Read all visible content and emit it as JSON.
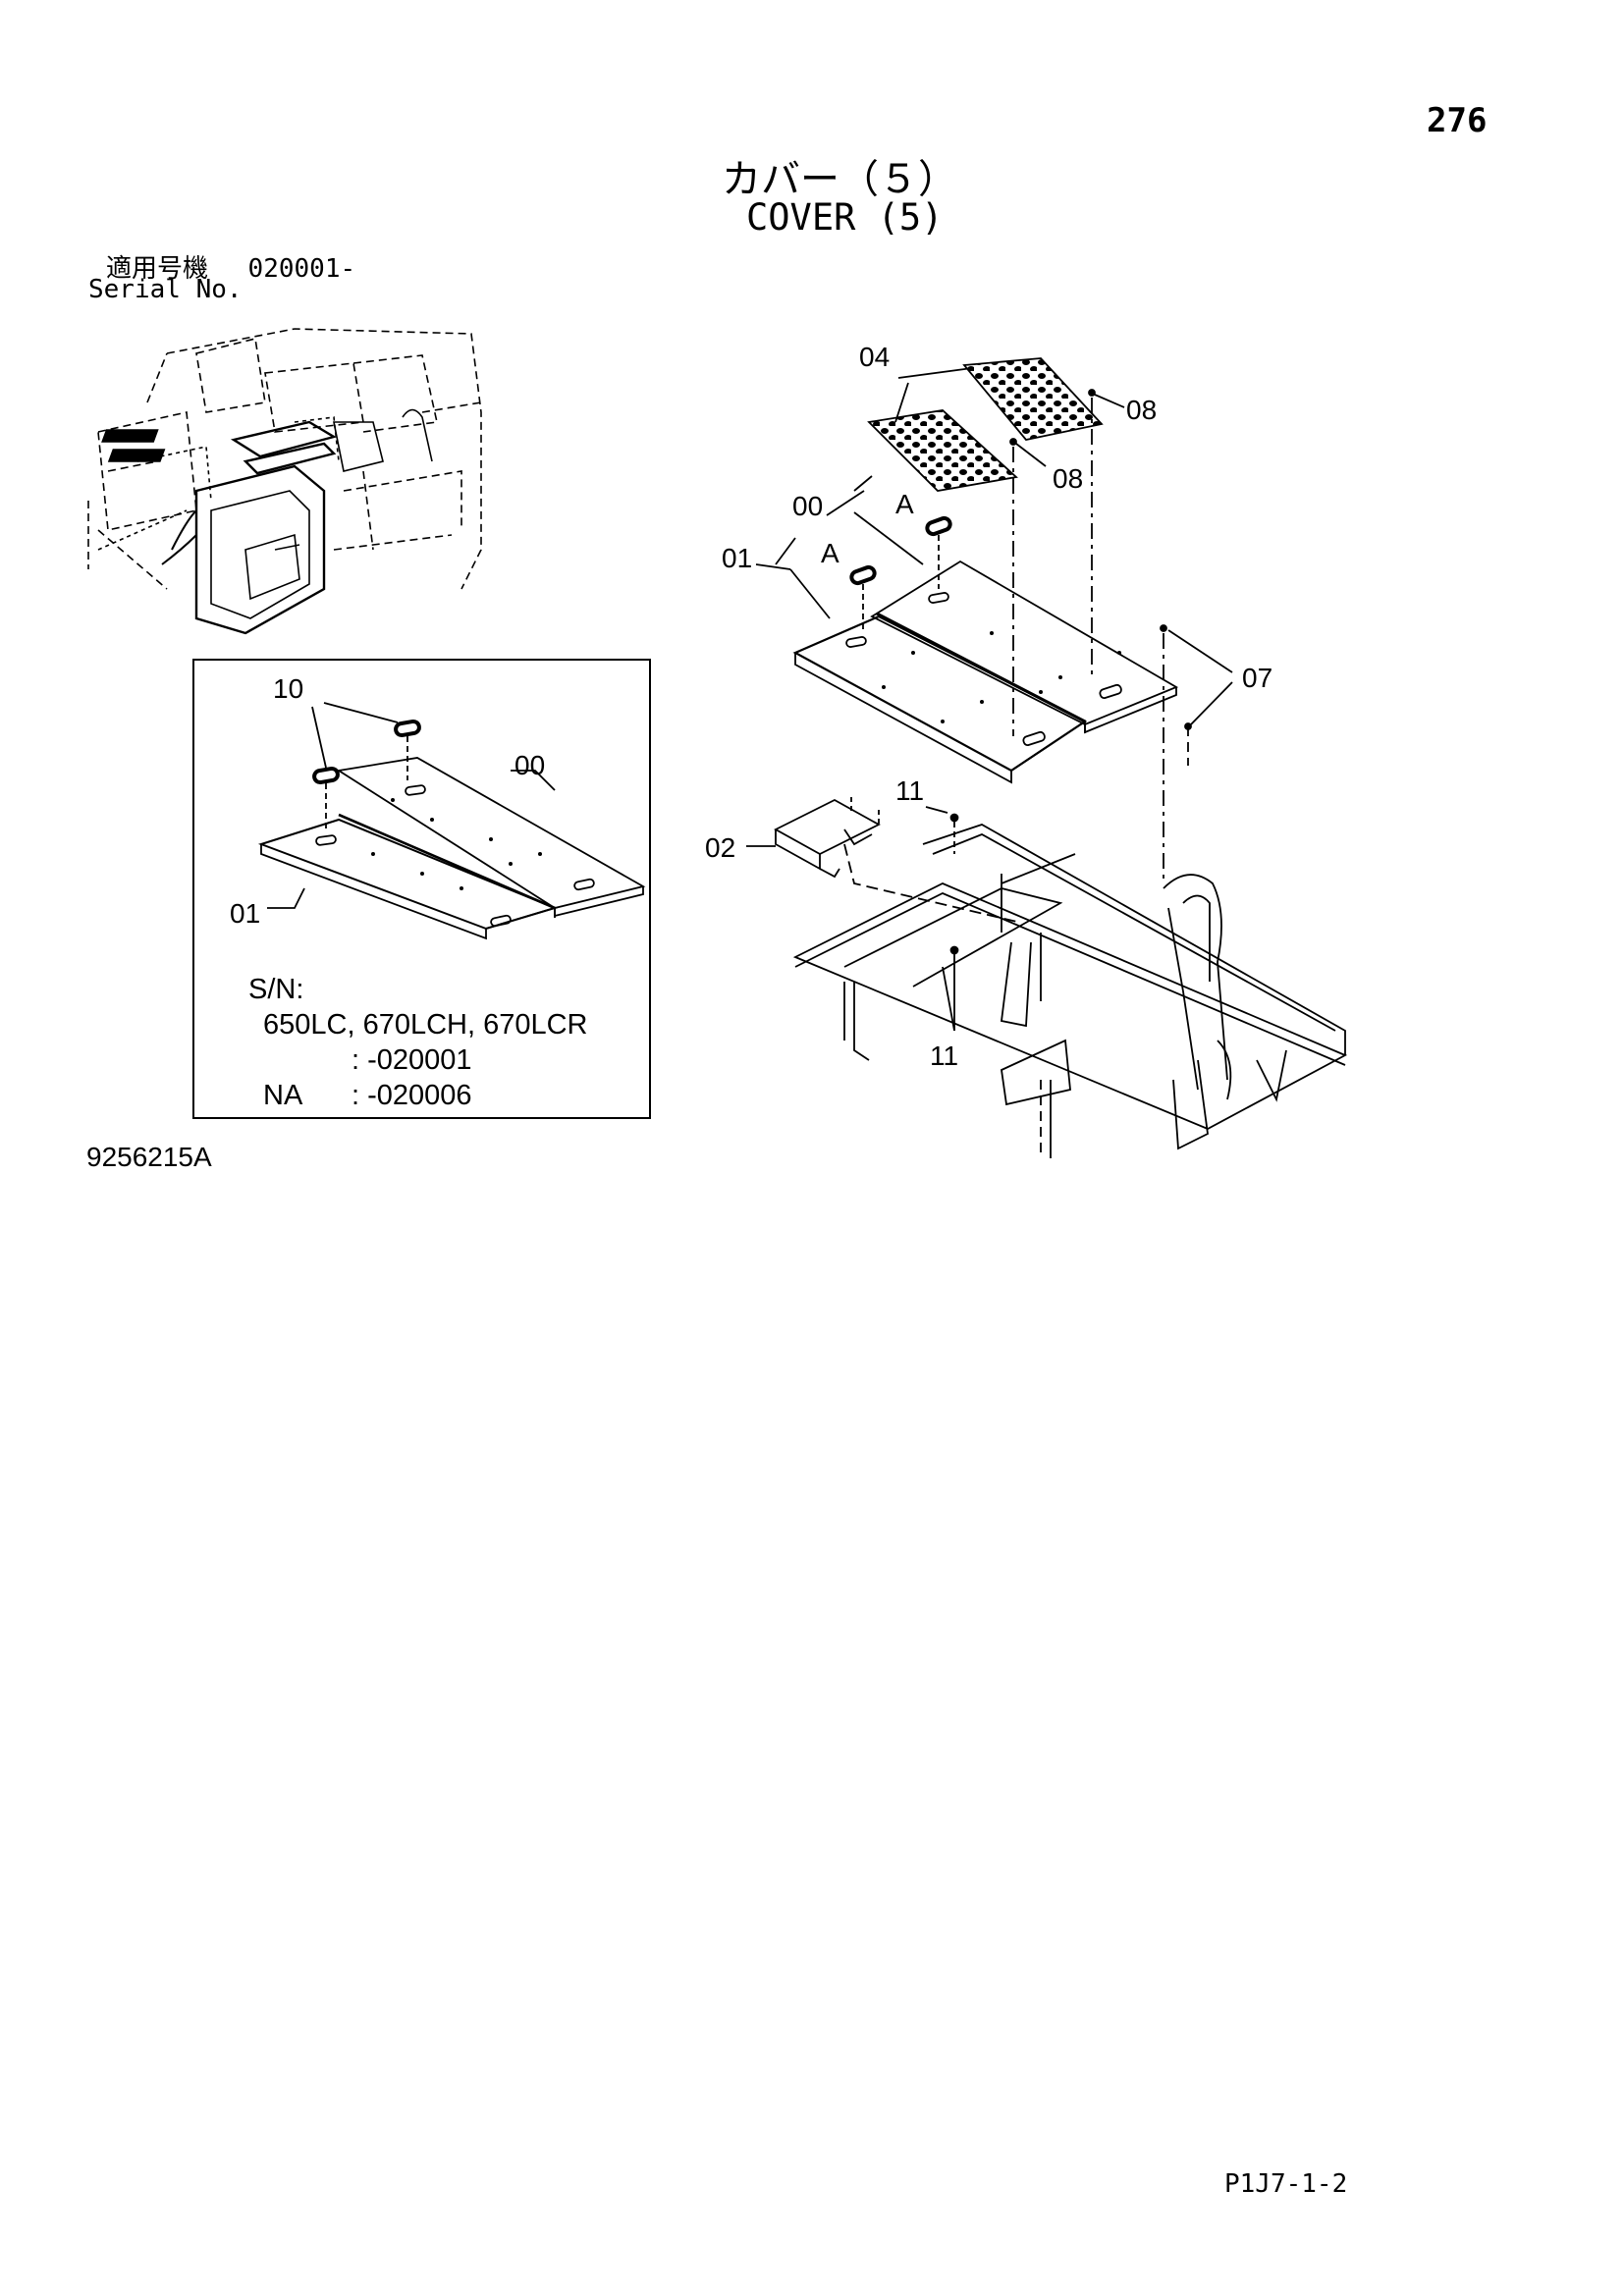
{
  "header": {
    "page_number": "276",
    "title_jp": "カバー（５）",
    "title_en": "COVER (5)"
  },
  "serial": {
    "label_jp": "適用号機",
    "number": "020001-",
    "label_en": "Serial No."
  },
  "inset_box": {
    "callouts": [
      "10",
      "00",
      "01"
    ],
    "sn_label": "S/N:",
    "models": "650LC, 670LCH, 670LCR",
    "range_1": ": -020001",
    "region": "NA",
    "range_2": ": -020006"
  },
  "main_diagram": {
    "callouts": [
      "04",
      "08",
      "08",
      "00",
      "A",
      "01",
      "A",
      "07",
      "11",
      "02",
      "11"
    ]
  },
  "figure_id": "9256215A",
  "footer": {
    "code": "P1J7-1-2"
  }
}
